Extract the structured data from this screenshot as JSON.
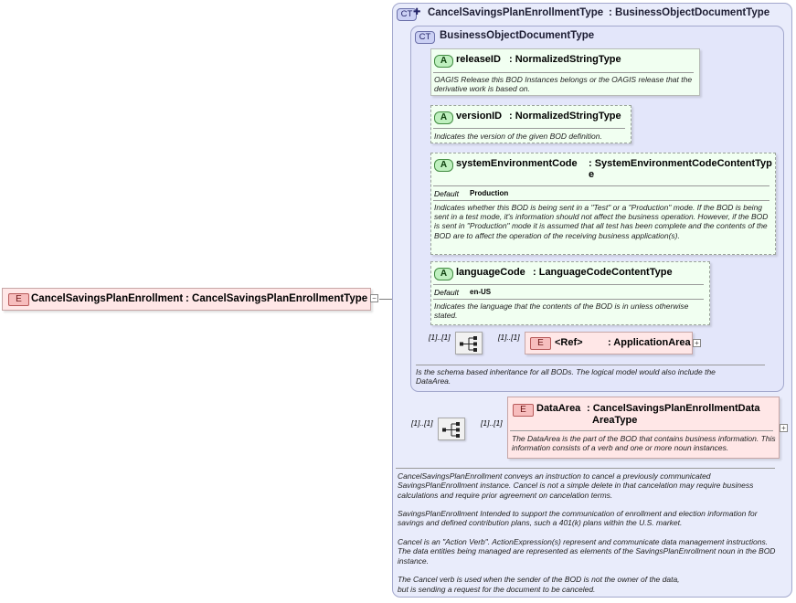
{
  "root_element": {
    "badge": "E",
    "name": "CancelSavingsPlanEnrollment",
    "type": ": CancelSavingsPlanEnrollmentType"
  },
  "outer_type": {
    "badge": "CT",
    "name": "CancelSavingsPlanEnrollmentType",
    "base": ": BusinessObjectDocumentType"
  },
  "inner_type": {
    "badge": "CT",
    "name": "BusinessObjectDocumentType",
    "doc": "Is the schema based inheritance for all BODs. The logical model would also include the DataArea."
  },
  "attributes": [
    {
      "badge": "A",
      "name": "releaseID",
      "type": ": NormalizedStringType",
      "doc": "OAGIS Release this BOD Instances belongs or the OAGIS release that the derivative work is based on."
    },
    {
      "badge": "A",
      "name": "versionID",
      "type": ": NormalizedStringType",
      "doc": "Indicates the version of the given BOD definition."
    },
    {
      "badge": "A",
      "name": "systemEnvironmentCode",
      "type": ": SystemEnvironmentCodeContentType",
      "default_label": "Default",
      "default_value": "Production",
      "doc": "Indicates whether this BOD is being sent in a \"Test\" or a \"Production\" mode. If the BOD is being sent in a test mode, it's information should not affect the business operation. However, if the BOD is sent in \"Production\" mode it is assumed that all test has been complete and the contents of the BOD are to affect the operation of the receiving business application(s)."
    },
    {
      "badge": "A",
      "name": "languageCode",
      "type": ": LanguageCodeContentType",
      "default_label": "Default",
      "default_value": "en-US",
      "doc": "Indicates the language that the contents of the BOD is in unless otherwise stated."
    }
  ],
  "application_area": {
    "badge": "E",
    "name": "<Ref>",
    "type": ": ApplicationArea",
    "seq_occurrence": "[1]..[1]",
    "elem_occurrence": "[1]..[1]"
  },
  "data_area": {
    "badge": "E",
    "name": "DataArea",
    "type_line1": ": CancelSavingsPlanEnrollmentData",
    "type_line2": "AreaType",
    "seq_occurrence": "[1]..[1]",
    "elem_occurrence": "[1]..[1]",
    "doc": "The DataArea is the part of the BOD that contains business information. This information consists of a verb and one or more noun instances."
  },
  "description": [
    "CancelSavingsPlanEnrollment conveys an instruction to cancel a previously communicated SavingsPlanEnrollment instance. Cancel is not a simple delete in that cancelation may require business calculations and require prior agreement on cancelation terms.",
    "SavingsPlanEnrollment  Intended to support the communication of enrollment and election information for savings and defined contribution plans, such a 401(k) plans within the U.S. market.",
    "Cancel is an \"Action Verb\". ActionExpression(s) represent and communicate data management instructions. The data entities being managed are represented as elements of the SavingsPlanEnrollment noun in the BOD instance.",
    "The Cancel verb is used when the sender of the BOD is not the owner of the data, but is sending a request for the document to be canceled."
  ],
  "icons": {
    "collapse": "minus-icon",
    "expand": "plus-icon",
    "sequence": "sequence-compositor-icon"
  },
  "colors": {
    "element_fill": "#ffe7e7",
    "attribute_fill": "#f1fff1",
    "complex_type_fill": "#e9ecfb"
  }
}
